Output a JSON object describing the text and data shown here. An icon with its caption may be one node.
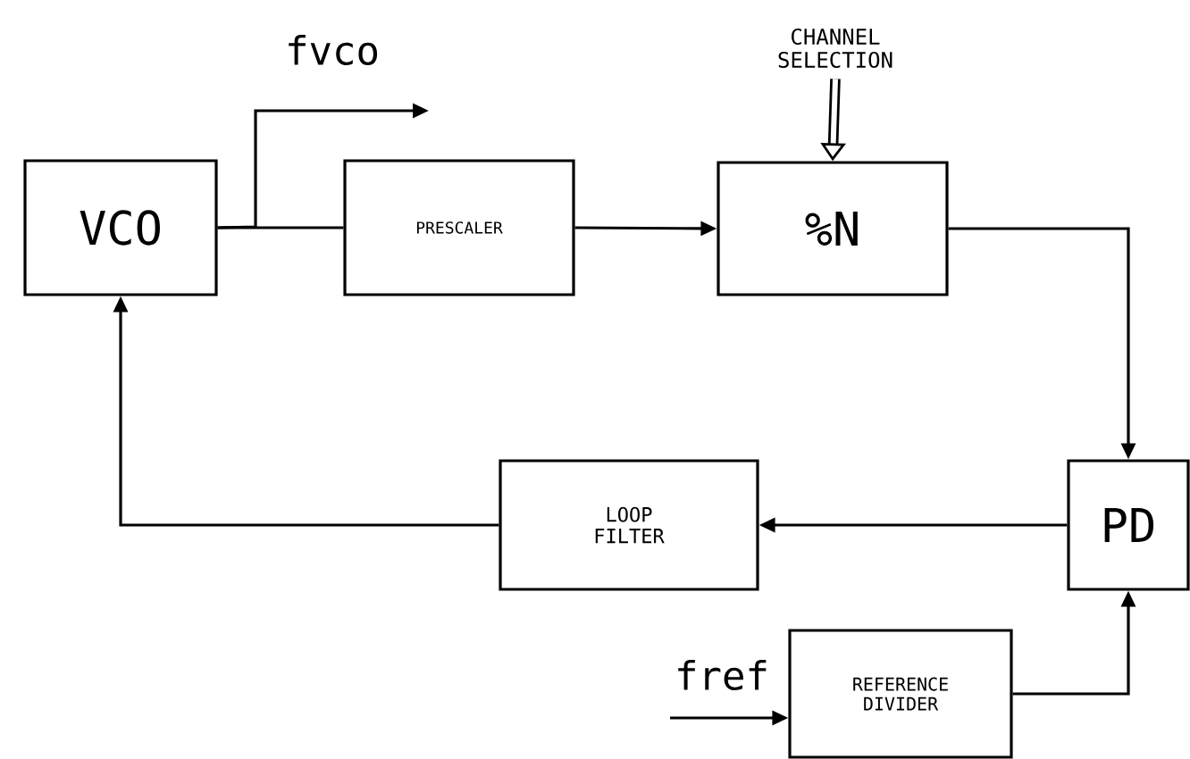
{
  "diagram": {
    "nodes": [
      {
        "text": [
          "VCO"
        ]
      },
      {
        "text": [
          "PRESCALER"
        ]
      },
      {
        "text": [
          "%N"
        ]
      },
      {
        "text": [
          "PD"
        ]
      },
      {
        "text": [
          "LOOP FILTER"
        ]
      },
      {
        "text": [
          "REFERENCE DIVIDER"
        ]
      },
      {
        "text": [
          "CHANNEL SELECTION"
        ]
      }
    ],
    "edges": [
      {
        "from": 0,
        "to": 1,
        "arrow": "none"
      },
      {
        "from": 0,
        "to": null,
        "arrow": "to"
      },
      {
        "from": 1,
        "to": 2,
        "arrow": "to"
      },
      {
        "from": 6,
        "to": 2,
        "arrow": "to",
        "style": "thick"
      },
      {
        "from": 2,
        "to": 3,
        "arrow": "to"
      },
      {
        "from": 3,
        "to": 4,
        "arrow": "to"
      },
      {
        "from": 4,
        "to": 0,
        "arrow": "to"
      },
      {
        "from": null,
        "to": 5,
        "arrow": "to"
      },
      {
        "from": 5,
        "to": 3,
        "arrow": "to"
      }
    ],
    "labels": [
      "fvco",
      "fref"
    ]
  }
}
